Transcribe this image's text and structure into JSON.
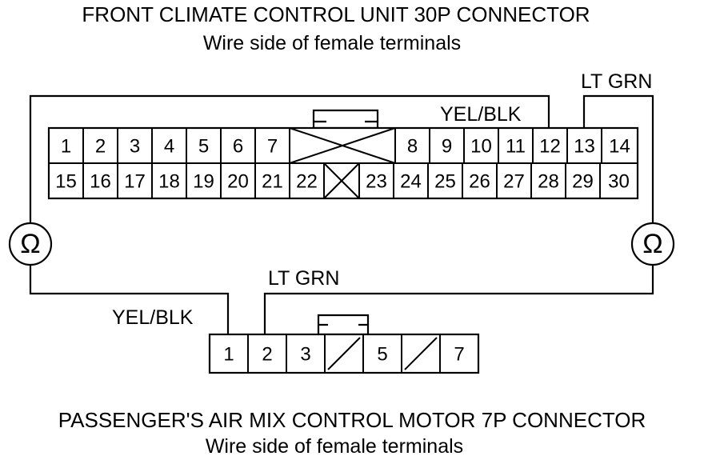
{
  "header": {
    "title": "FRONT CLIMATE CONTROL UNIT 30P CONNECTOR",
    "subtitle": "Wire side of female terminals"
  },
  "footer": {
    "title": "PASSENGER'S AIR MIX CONTROL MOTOR 7P CONNECTOR",
    "subtitle": "Wire side of female terminals"
  },
  "connector30": {
    "row1": [
      "1",
      "2",
      "3",
      "4",
      "5",
      "6",
      "7",
      "",
      "8",
      "9",
      "10",
      "11",
      "12",
      "13",
      "14"
    ],
    "row2": [
      "15",
      "16",
      "17",
      "18",
      "19",
      "20",
      "21",
      "22",
      "",
      "23",
      "24",
      "25",
      "26",
      "27",
      "28",
      "29",
      "30"
    ]
  },
  "connector7": {
    "pins": [
      "1",
      "2",
      "3",
      "",
      "5",
      "",
      "7"
    ]
  },
  "wires": {
    "top_yel_blk": "YEL/BLK",
    "top_lt_grn": "LT GRN",
    "bottom_lt_grn": "LT GRN",
    "bottom_yel_blk": "YEL/BLK"
  },
  "meters": {
    "left_symbol": "Ω",
    "right_symbol": "Ω"
  }
}
